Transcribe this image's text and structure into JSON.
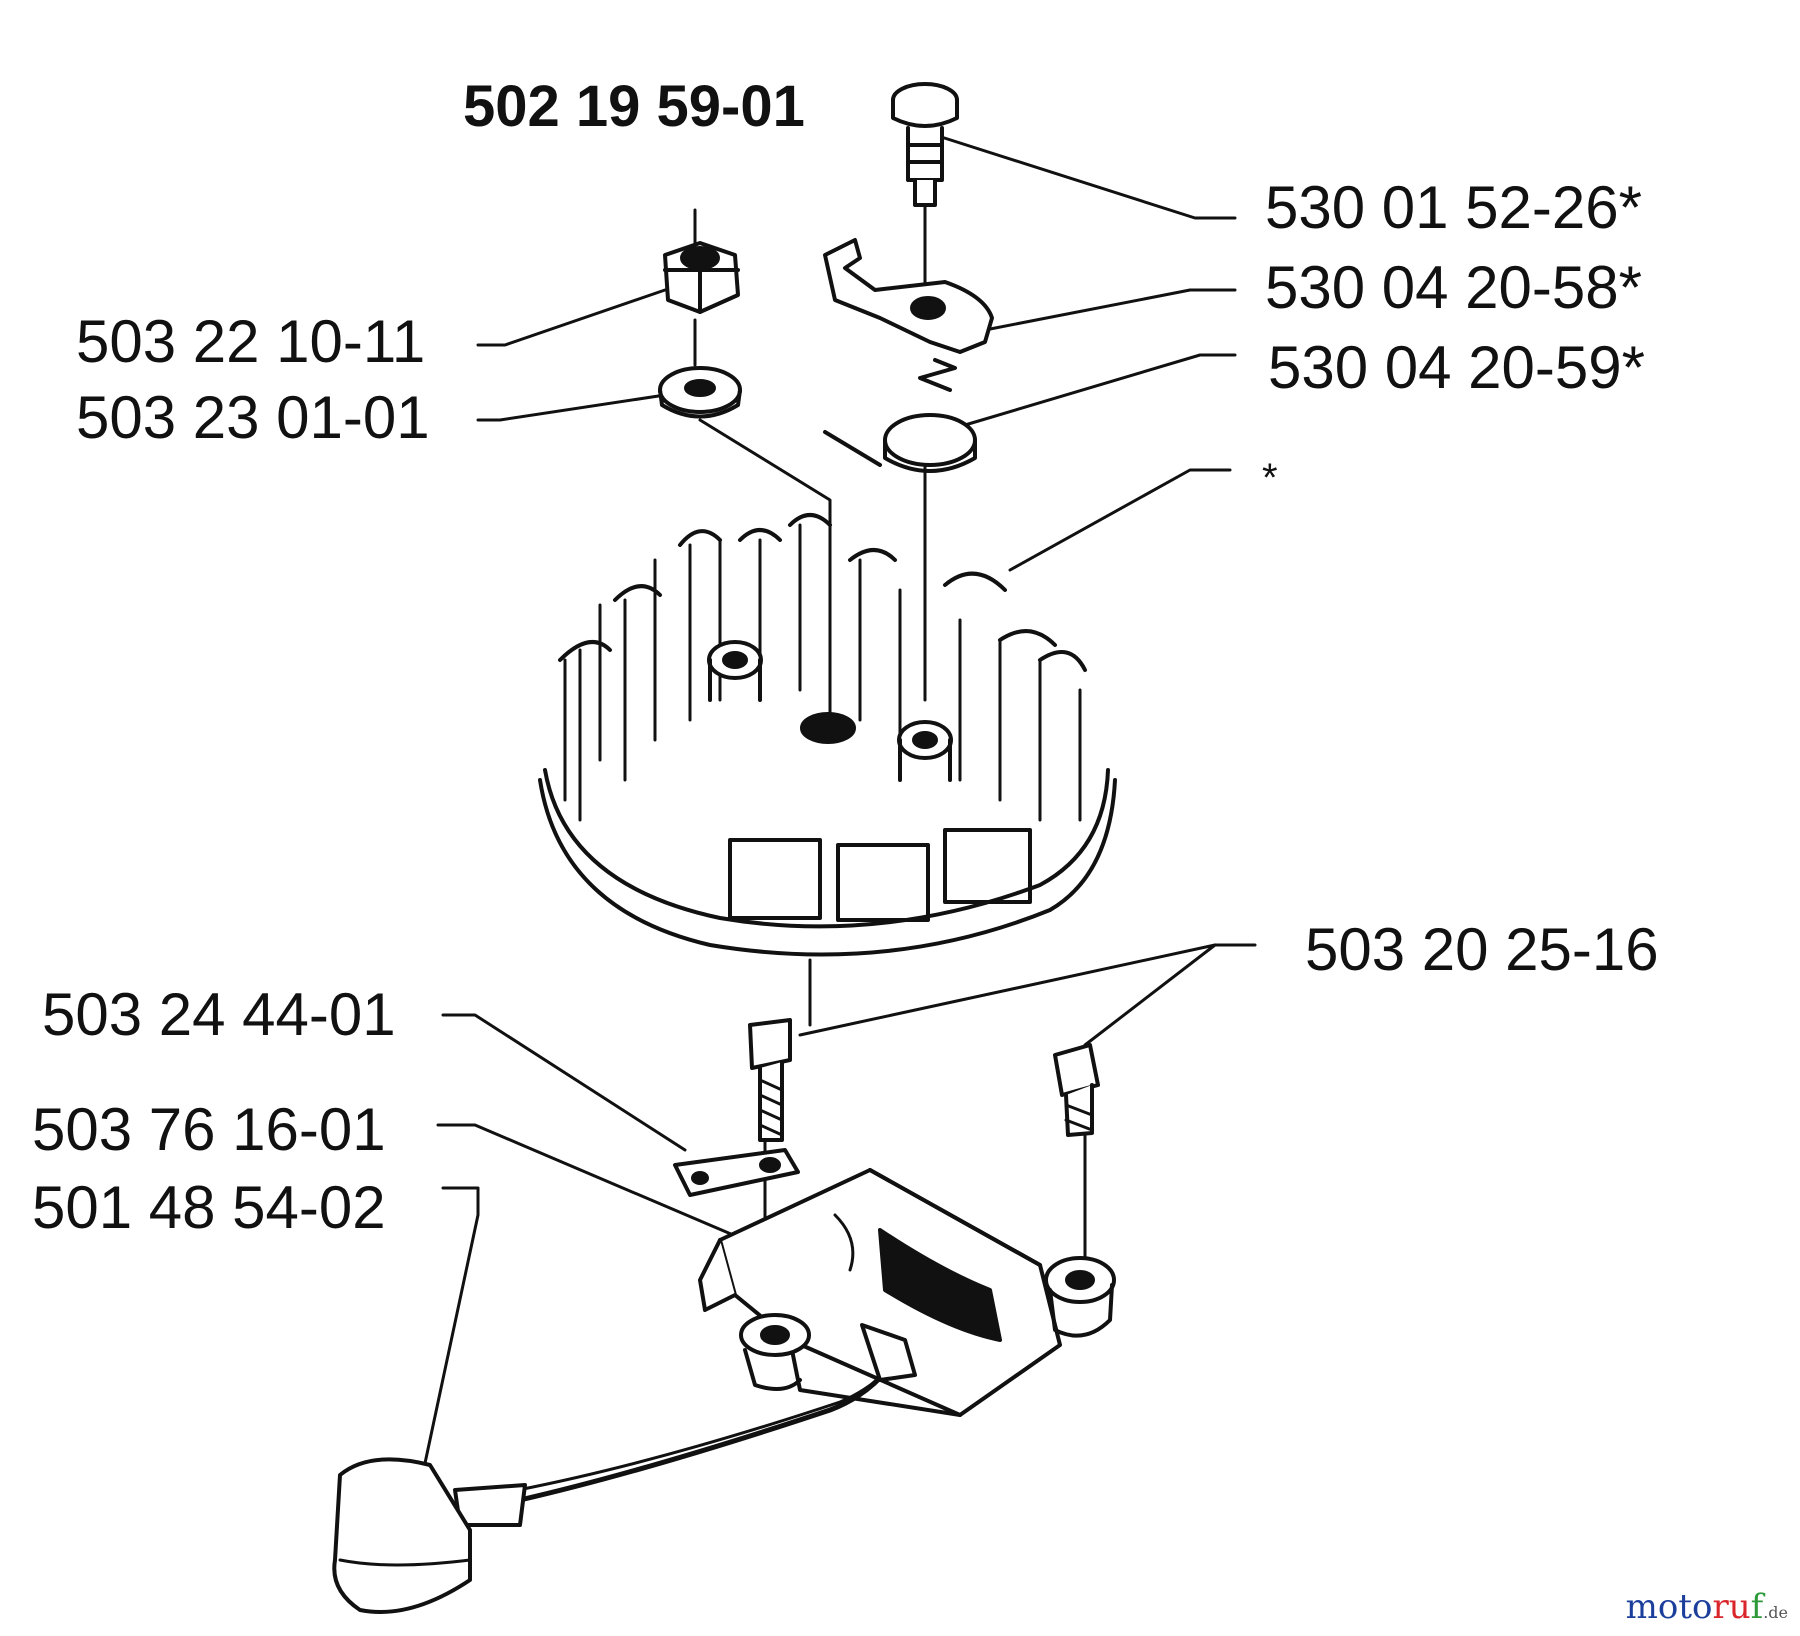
{
  "diagram": {
    "kit_number": "502 19 59-01",
    "parts": [
      {
        "id": "stop-button",
        "number": "530 01 52-26*"
      },
      {
        "id": "pawl",
        "number": "530 04 20-58*"
      },
      {
        "id": "pawl-spring",
        "number": "530 04 20-59*"
      },
      {
        "id": "flywheel",
        "number": "*"
      },
      {
        "id": "hex-nut",
        "number": "503 22 10-11"
      },
      {
        "id": "washer",
        "number": "503 23 01-01"
      },
      {
        "id": "ignition-screw",
        "number": "503 20 25-16"
      },
      {
        "id": "cable-clamp",
        "number": "503 24 44-01"
      },
      {
        "id": "ignition-module",
        "number": "503 76 16-01"
      },
      {
        "id": "spark-plug-cap",
        "number": "501 48 54-02"
      }
    ]
  },
  "watermark": {
    "part1": "moto",
    "part2": "ru",
    "part3": "f",
    "suffix": ".de"
  }
}
